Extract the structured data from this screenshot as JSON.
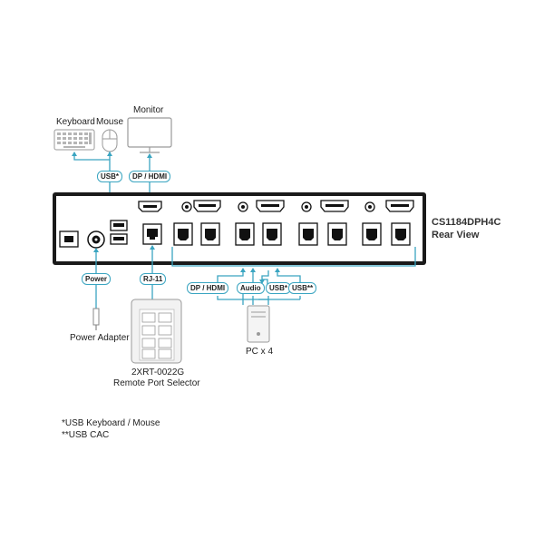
{
  "peripherals": {
    "keyboard_label": "Keyboard",
    "mouse_label": "Mouse",
    "monitor_label": "Monitor"
  },
  "tags": {
    "usb_kbm": "USB*",
    "dp_hdmi_console": "DP / HDMI",
    "power": "Power",
    "rj11": "RJ-11",
    "dp_hdmi_pc": "DP / HDMI",
    "audio": "Audio",
    "usb_pc": "USB*",
    "usb_cac": "USB**"
  },
  "device": {
    "model": "CS1184DPH4C",
    "view": "Rear View"
  },
  "accessories": {
    "power_adapter": "Power Adapter",
    "pc_count": "PC x 4",
    "selector_model": "2XRT-0022G",
    "selector_name": "Remote Port Selector"
  },
  "notes": [
    "*USB Keyboard / Mouse",
    "**USB CAC"
  ],
  "colors": {
    "cable": "#3aa5c1",
    "device_body": "#1a1a1a",
    "port_outline": "#111111",
    "icon_gray": "#9a9a9a"
  }
}
